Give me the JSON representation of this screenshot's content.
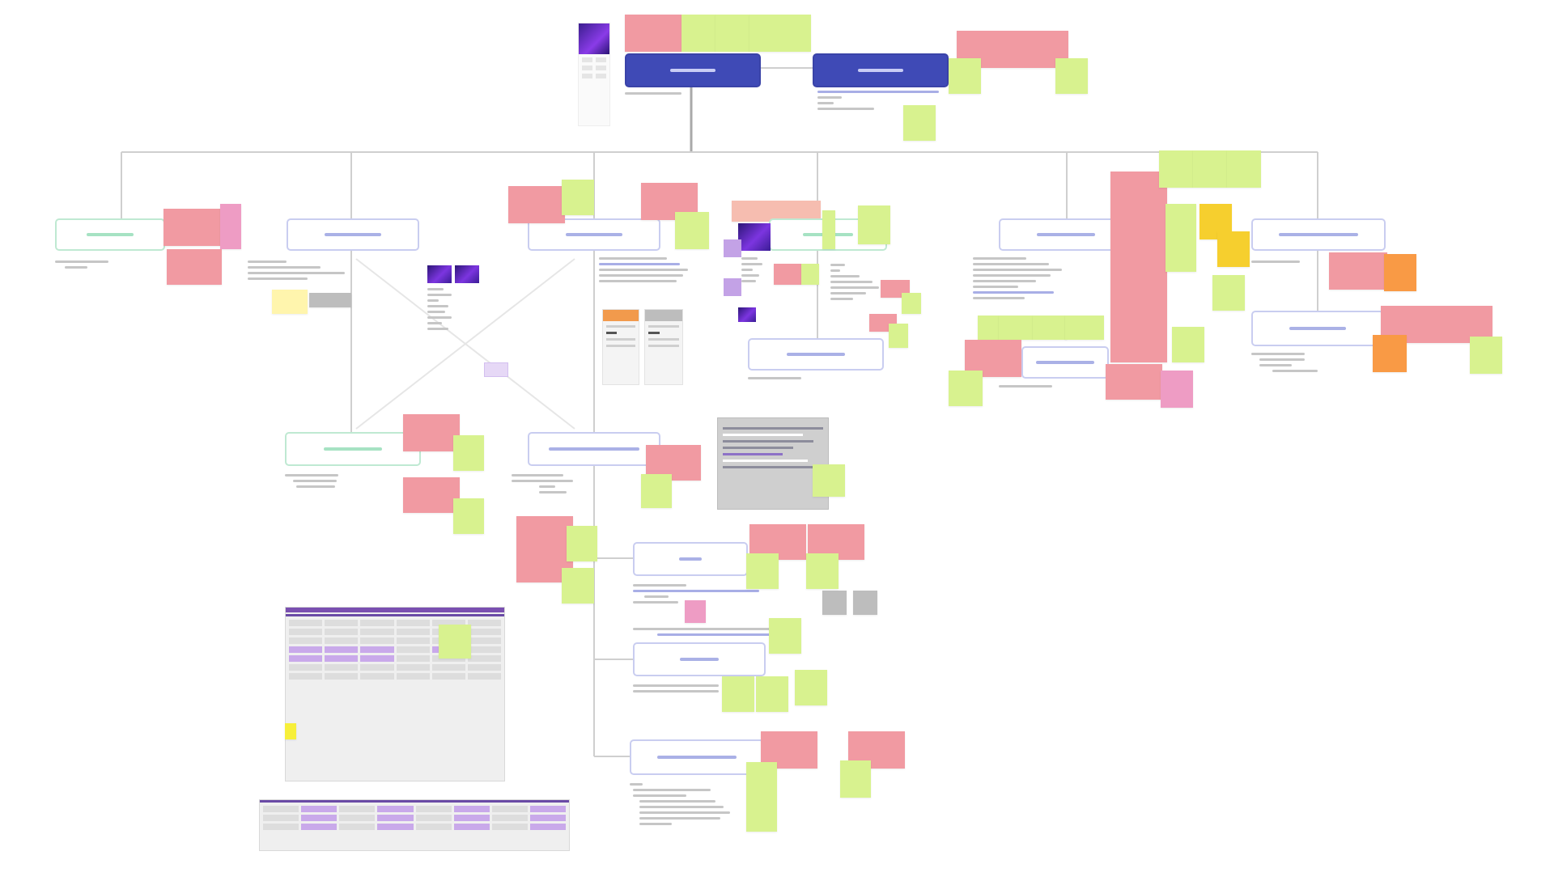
{
  "board": {
    "colors": {
      "node_border": "#c9cdf0",
      "node_border_green": "#bfe9d2",
      "primary_node": "#3f4ab6",
      "connector": "#cfcfcf",
      "sticky_red": "#f19aa2",
      "sticky_lime": "#d8f28f",
      "sticky_pink": "#ee9cc4",
      "sticky_yellow": "#f6cf2e",
      "sticky_orange": "#f99a45"
    },
    "icons": [
      "sticky-note",
      "flow-node",
      "screenshot-thumbnail",
      "connector-line"
    ]
  }
}
